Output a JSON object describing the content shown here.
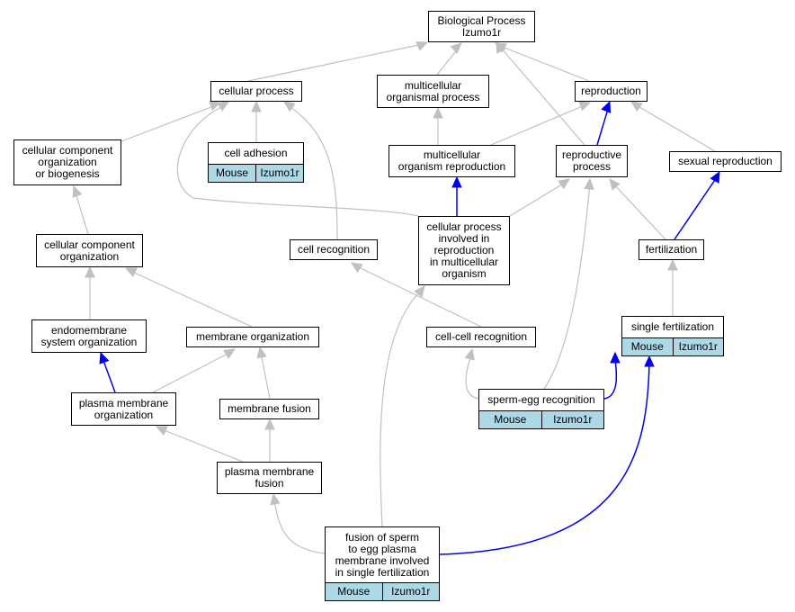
{
  "colors": {
    "is_a_edge": "#c0c0c0",
    "highlight_edge": "#0000ee",
    "annotation_fill": "#add8e6"
  },
  "nodes": {
    "biological_process": {
      "label": "Biological Process\nIzumo1r"
    },
    "cellular_process": {
      "label": "cellular process"
    },
    "multicellular_organismal_process": {
      "label": "multicellular\norganismal process"
    },
    "reproduction": {
      "label": "reproduction"
    },
    "cellular_component_organization_or_biogenesis": {
      "label": "cellular component\norganization\nor biogenesis"
    },
    "cell_adhesion": {
      "label": "cell adhesion",
      "species": "Mouse",
      "gene": "Izumo1r"
    },
    "multicellular_organism_reproduction": {
      "label": "multicellular\norganism reproduction"
    },
    "reproductive_process": {
      "label": "reproductive\nprocess"
    },
    "sexual_reproduction": {
      "label": "sexual reproduction"
    },
    "cellular_component_organization": {
      "label": "cellular component\norganization"
    },
    "cell_recognition": {
      "label": "cell recognition"
    },
    "cellular_process_involved_in_reproduction": {
      "label": "cellular process\ninvolved in\nreproduction\nin multicellular\norganism"
    },
    "fertilization": {
      "label": "fertilization"
    },
    "endomembrane_system_organization": {
      "label": "endomembrane\nsystem organization"
    },
    "membrane_organization": {
      "label": "membrane organization"
    },
    "cell_cell_recognition": {
      "label": "cell-cell recognition"
    },
    "single_fertilization": {
      "label": "single fertilization",
      "species": "Mouse",
      "gene": "Izumo1r"
    },
    "plasma_membrane_organization": {
      "label": "plasma membrane\norganization"
    },
    "membrane_fusion": {
      "label": "membrane fusion"
    },
    "sperm_egg_recognition": {
      "label": "sperm-egg recognition",
      "species": "Mouse",
      "gene": "Izumo1r"
    },
    "plasma_membrane_fusion": {
      "label": "plasma membrane\nfusion"
    },
    "fusion_of_sperm": {
      "label": "fusion of sperm\nto egg plasma\nmembrane involved\nin single fertilization",
      "species": "Mouse",
      "gene": "Izumo1r"
    }
  }
}
